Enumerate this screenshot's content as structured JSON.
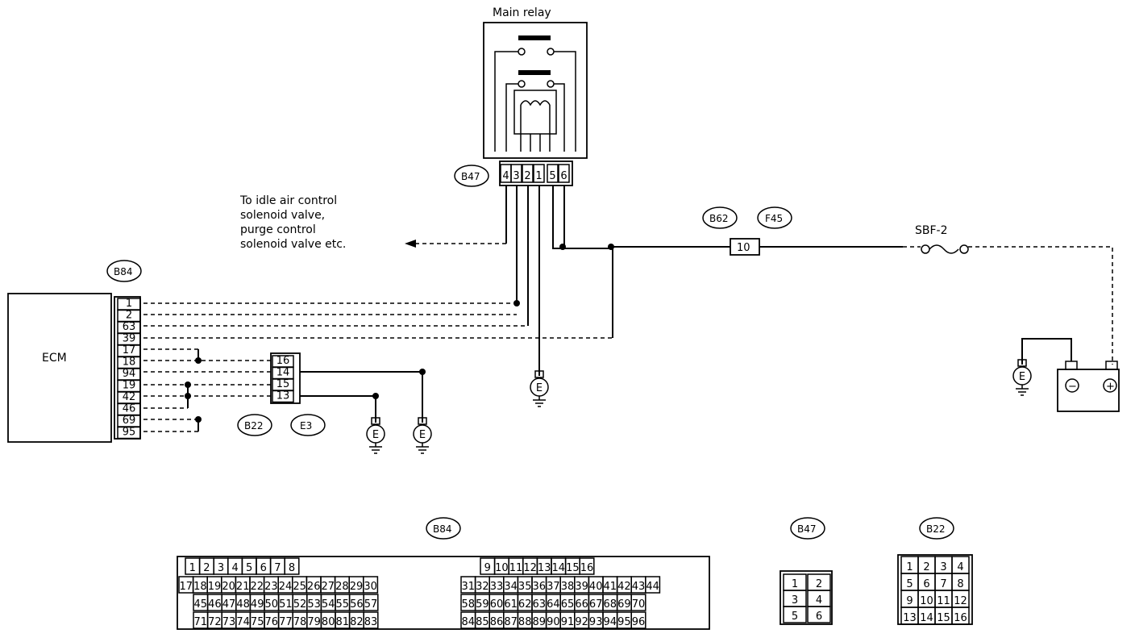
{
  "relay": {
    "title": "Main relay",
    "connector": "B47",
    "pins": [
      "4",
      "3",
      "2",
      "1",
      "5",
      "6"
    ]
  },
  "note": [
    "To idle air control",
    "solenoid valve,",
    "purge control",
    "solenoid valve etc."
  ],
  "ecm": {
    "label": "ECM",
    "connector": "B84",
    "pins": [
      "1",
      "2",
      "63",
      "39",
      "17",
      "18",
      "94",
      "19",
      "42",
      "46",
      "69",
      "95"
    ]
  },
  "joint": {
    "pins": [
      "16",
      "14",
      "15",
      "13"
    ],
    "connector_left": "B22",
    "connector_right": "E3"
  },
  "fuse": {
    "connector_left": "B62",
    "connector_right": "F45",
    "value": "10"
  },
  "fusible_link": "SBF-2",
  "ground_symbol": "E",
  "battery": {
    "neg": "−",
    "pos": "+"
  },
  "connector_views": {
    "b84": {
      "label": "B84",
      "row1": [
        "1",
        "2",
        "3",
        "4",
        "5",
        "6",
        "7",
        "8",
        "9",
        "10",
        "11",
        "12",
        "13",
        "14",
        "15",
        "16"
      ],
      "row2": [
        "17",
        "18",
        "19",
        "20",
        "21",
        "22",
        "23",
        "24",
        "25",
        "26",
        "27",
        "28",
        "29",
        "30",
        "31",
        "32",
        "33",
        "34",
        "35",
        "36",
        "37",
        "38",
        "39",
        "40",
        "41",
        "42",
        "43",
        "44"
      ],
      "row3": [
        "45",
        "46",
        "47",
        "48",
        "49",
        "50",
        "51",
        "52",
        "53",
        "54",
        "55",
        "56",
        "57",
        "58",
        "59",
        "60",
        "61",
        "62",
        "63",
        "64",
        "65",
        "66",
        "67",
        "68",
        "69",
        "70"
      ],
      "row4": [
        "71",
        "72",
        "73",
        "74",
        "75",
        "76",
        "77",
        "78",
        "79",
        "80",
        "81",
        "82",
        "83",
        "84",
        "85",
        "86",
        "87",
        "88",
        "89",
        "90",
        "91",
        "92",
        "93",
        "94",
        "95",
        "96"
      ]
    },
    "b47": {
      "label": "B47",
      "pins": [
        "1",
        "2",
        "3",
        "4",
        "5",
        "6"
      ]
    },
    "b22": {
      "label": "B22",
      "pins": [
        "1",
        "2",
        "3",
        "4",
        "5",
        "6",
        "7",
        "8",
        "9",
        "10",
        "11",
        "12",
        "13",
        "14",
        "15",
        "16"
      ]
    }
  }
}
